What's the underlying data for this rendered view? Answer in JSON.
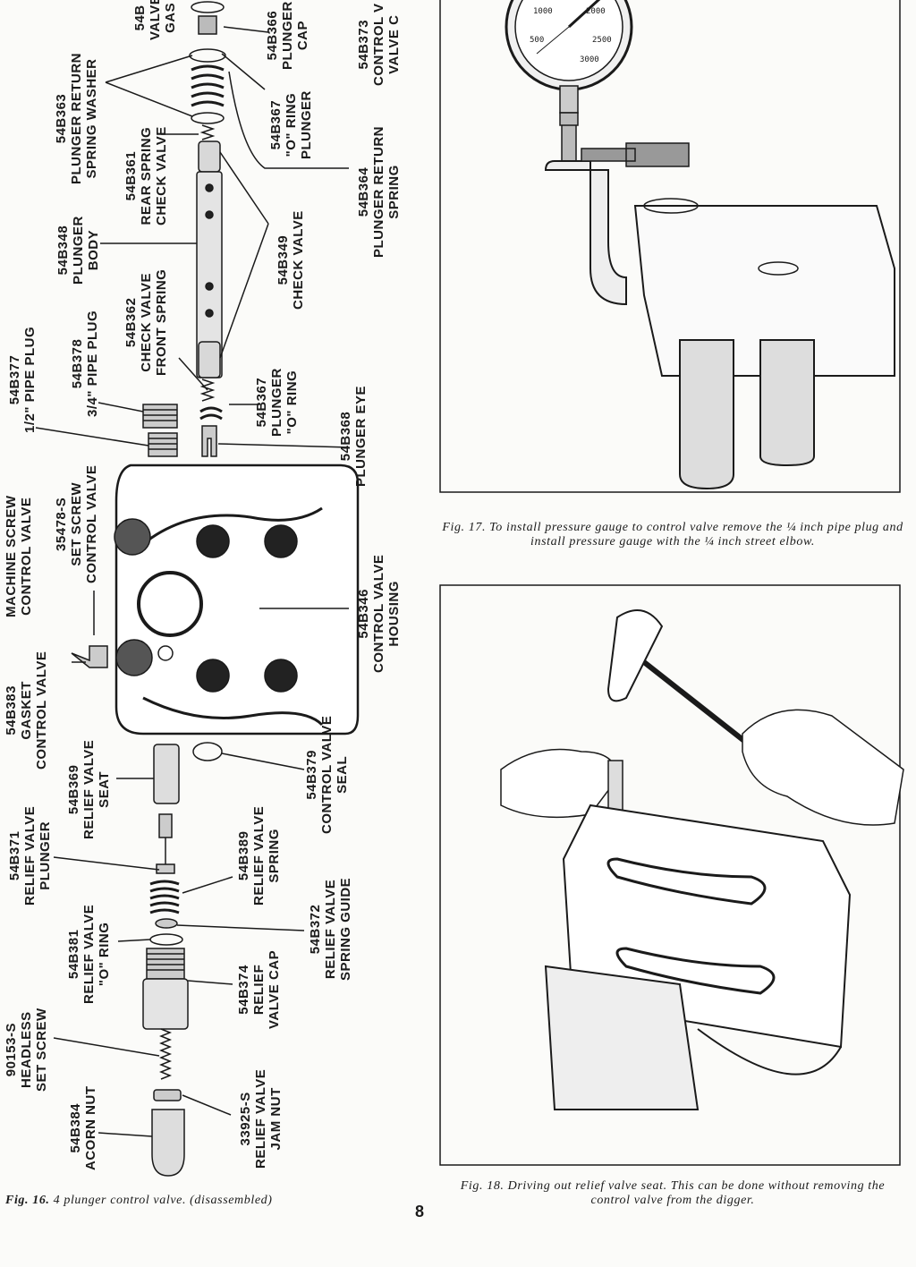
{
  "figure16": {
    "caption_prefix": "Fig. 16.",
    "caption_text": "4 plunger control valve. (disassembled)",
    "labels": {
      "gasket_top": "54B\nVALVE\nGAS",
      "plunger_cap": "54B366\nPLUNGER\nCAP",
      "control_valve_cap": "54B373\nCONTROL V\nVALVE C",
      "return_spring_washer": "54B363\nPLUNGER RETURN\nSPRING WASHER",
      "o_ring_plunger_top": "54B367\n\"O\" RING\nPLUNGER",
      "rear_spring": "54B361\nREAR SPRING\nCHECK VALVE",
      "return_spring": "54B364\nPLUNGER RETURN\nSPRING",
      "plunger_body": "54B348\nPLUNGER\nBODY",
      "check_valve": "54B349\nCHECK VALVE",
      "front_spring": "54B362\nCHECK VALVE\nFRONT SPRING",
      "pipe_plug_34": "54B378\n3/4\" PIPE PLUG",
      "o_ring_plunger_bottom": "54B367\nPLUNGER\n\"O\" RING",
      "pipe_plug_12": "54B377\n1/2\" PIPE PLUG",
      "plunger_eye": "54B368\nPLUNGER EYE",
      "machine_screw": "MACHINE SCREW\nCONTROL VALVE",
      "set_screw": "35478-S\nSET SCREW\nCONTROL VALVE",
      "housing": "54B346\nCONTROL VALVE\nHOUSING",
      "gasket": "54B383\nGASKET\nCONTROL VALVE",
      "valve_seal": "54B379\nCONTROL VALVE\nSEAL",
      "relief_seat": "54B369\nRELIEF VALVE\nSEAT",
      "relief_plunger": "54B371\nRELIEF VALVE\nPLUNGER",
      "relief_spring": "54B389\nRELIEF VALVE\nSPRING",
      "relief_o_ring": "54B381\nRELIEF VALVE\n\"O\" RING",
      "spring_guide": "54B372\nRELIEF VALVE\nSPRING GUIDE",
      "relief_cap": "54B374\nRELIEF\nVALVE CAP",
      "headless_screw": "90153-S\nHEADLESS\nSET SCREW",
      "jam_nut": "33925-S\nRELIEF VALVE\nJAM NUT",
      "acorn_nut": "54B384\nACORN NUT"
    }
  },
  "figure17": {
    "caption": "Fig. 17. To install pressure gauge to control valve remove the ¼ inch pipe plug and install pressure gauge with the ¼ inch street elbow.",
    "gauge_marks": [
      "1000",
      "2000",
      "500",
      "2500",
      "3000"
    ]
  },
  "figure18": {
    "caption": "Fig. 18. Driving out relief valve seat. This can be done without removing the control valve from the digger."
  },
  "page_number": "8"
}
